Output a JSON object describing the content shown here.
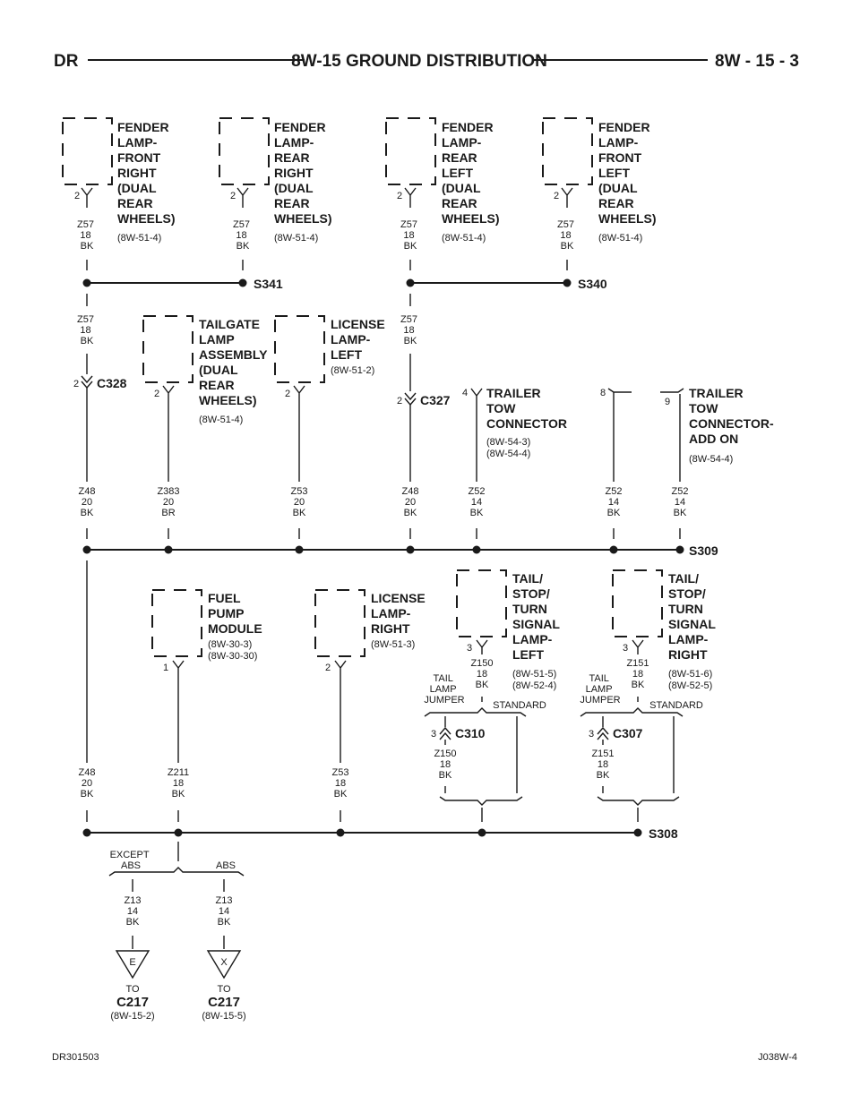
{
  "header": {
    "left": "DR",
    "title": "8W-15 GROUND DISTRIBUTION",
    "right": "8W - 15 - 3"
  },
  "components": [
    {
      "id": "fender-lamp-front-right",
      "lines": [
        "FENDER",
        "LAMP-",
        "FRONT",
        "RIGHT",
        "(DUAL",
        "REAR",
        "WHEELS)"
      ],
      "refs": [
        "(8W-51-4)"
      ],
      "pin": "2"
    },
    {
      "id": "fender-lamp-rear-right",
      "lines": [
        "FENDER",
        "LAMP-",
        "REAR",
        "RIGHT",
        "(DUAL",
        "REAR",
        "WHEELS)"
      ],
      "refs": [
        "(8W-51-4)"
      ],
      "pin": "2"
    },
    {
      "id": "fender-lamp-rear-left",
      "lines": [
        "FENDER",
        "LAMP-",
        "REAR",
        "LEFT",
        "(DUAL",
        "REAR",
        "WHEELS)"
      ],
      "refs": [
        "(8W-51-4)"
      ],
      "pin": "2"
    },
    {
      "id": "fender-lamp-front-left",
      "lines": [
        "FENDER",
        "LAMP-",
        "FRONT",
        "LEFT",
        "(DUAL",
        "REAR",
        "WHEELS)"
      ],
      "refs": [
        "(8W-51-4)"
      ],
      "pin": "2"
    },
    {
      "id": "tailgate-lamp-assembly",
      "lines": [
        "TAILGATE",
        "LAMP",
        "ASSEMBLY",
        "(DUAL",
        "REAR",
        "WHEELS)"
      ],
      "refs": [
        "(8W-51-4)"
      ],
      "pin": "2"
    },
    {
      "id": "license-lamp-left",
      "lines": [
        "LICENSE",
        "LAMP-",
        "LEFT"
      ],
      "refs": [
        "(8W-51-2)"
      ],
      "pin": "2"
    },
    {
      "id": "trailer-tow-connector",
      "lines": [
        "TRAILER",
        "TOW",
        "CONNECTOR"
      ],
      "refs": [
        "(8W-54-3)",
        "(8W-54-4)"
      ],
      "pin": "4"
    },
    {
      "id": "trailer-tow-connector-add-on",
      "lines": [
        "TRAILER",
        "TOW",
        "CONNECTOR-",
        "ADD ON"
      ],
      "refs": [
        "(8W-54-4)"
      ],
      "pin": "9",
      "pin2": "8"
    },
    {
      "id": "fuel-pump-module",
      "lines": [
        "FUEL",
        "PUMP",
        "MODULE"
      ],
      "refs": [
        "(8W-30-3)",
        "(8W-30-30)"
      ],
      "pin": "1"
    },
    {
      "id": "license-lamp-right",
      "lines": [
        "LICENSE",
        "LAMP-",
        "RIGHT"
      ],
      "refs": [
        "(8W-51-3)"
      ],
      "pin": "2"
    },
    {
      "id": "tail-stop-turn-signal-lamp-left",
      "lines": [
        "TAIL/",
        "STOP/",
        "TURN",
        "SIGNAL",
        "LAMP-",
        "LEFT"
      ],
      "refs": [
        "(8W-51-5)",
        "(8W-52-4)"
      ],
      "pin": "3"
    },
    {
      "id": "tail-stop-turn-signal-lamp-right",
      "lines": [
        "TAIL/",
        "STOP/",
        "TURN",
        "SIGNAL",
        "LAMP-",
        "RIGHT"
      ],
      "refs": [
        "(8W-51-6)",
        "(8W-52-5)"
      ],
      "pin": "3"
    }
  ],
  "wires": {
    "z57": [
      "Z57",
      "18",
      "BK"
    ],
    "z48": [
      "Z48",
      "20",
      "BK"
    ],
    "z383": [
      "Z383",
      "20",
      "BR"
    ],
    "z53_20": [
      "Z53",
      "20",
      "BK"
    ],
    "z52": [
      "Z52",
      "14",
      "BK"
    ],
    "z211": [
      "Z211",
      "18",
      "BK"
    ],
    "z53_18": [
      "Z53",
      "18",
      "BK"
    ],
    "z150": [
      "Z150",
      "18",
      "BK"
    ],
    "z151": [
      "Z151",
      "18",
      "BK"
    ],
    "z13": [
      "Z13",
      "14",
      "BK"
    ]
  },
  "splices": {
    "s341": "S341",
    "s340": "S340",
    "s309": "S309",
    "s308": "S308"
  },
  "connectors": {
    "c328": "C328",
    "c327": "C327",
    "c310": "C310",
    "c307": "C307"
  },
  "inline_pins": {
    "c328": "2",
    "c327": "2",
    "c310": "3",
    "c307": "3"
  },
  "options": {
    "tail_lamp_jumper": [
      "TAIL",
      "LAMP",
      "JUMPER"
    ],
    "standard": "STANDARD",
    "except_abs": [
      "EXCEPT",
      "ABS"
    ],
    "abs": "ABS"
  },
  "grounds": [
    {
      "letter": "E",
      "to": "TO",
      "conn": "C217",
      "ref": "(8W-15-2)"
    },
    {
      "letter": "X",
      "to": "TO",
      "conn": "C217",
      "ref": "(8W-15-5)"
    }
  ],
  "footer": {
    "left": "DR301503",
    "right": "J038W-4"
  }
}
